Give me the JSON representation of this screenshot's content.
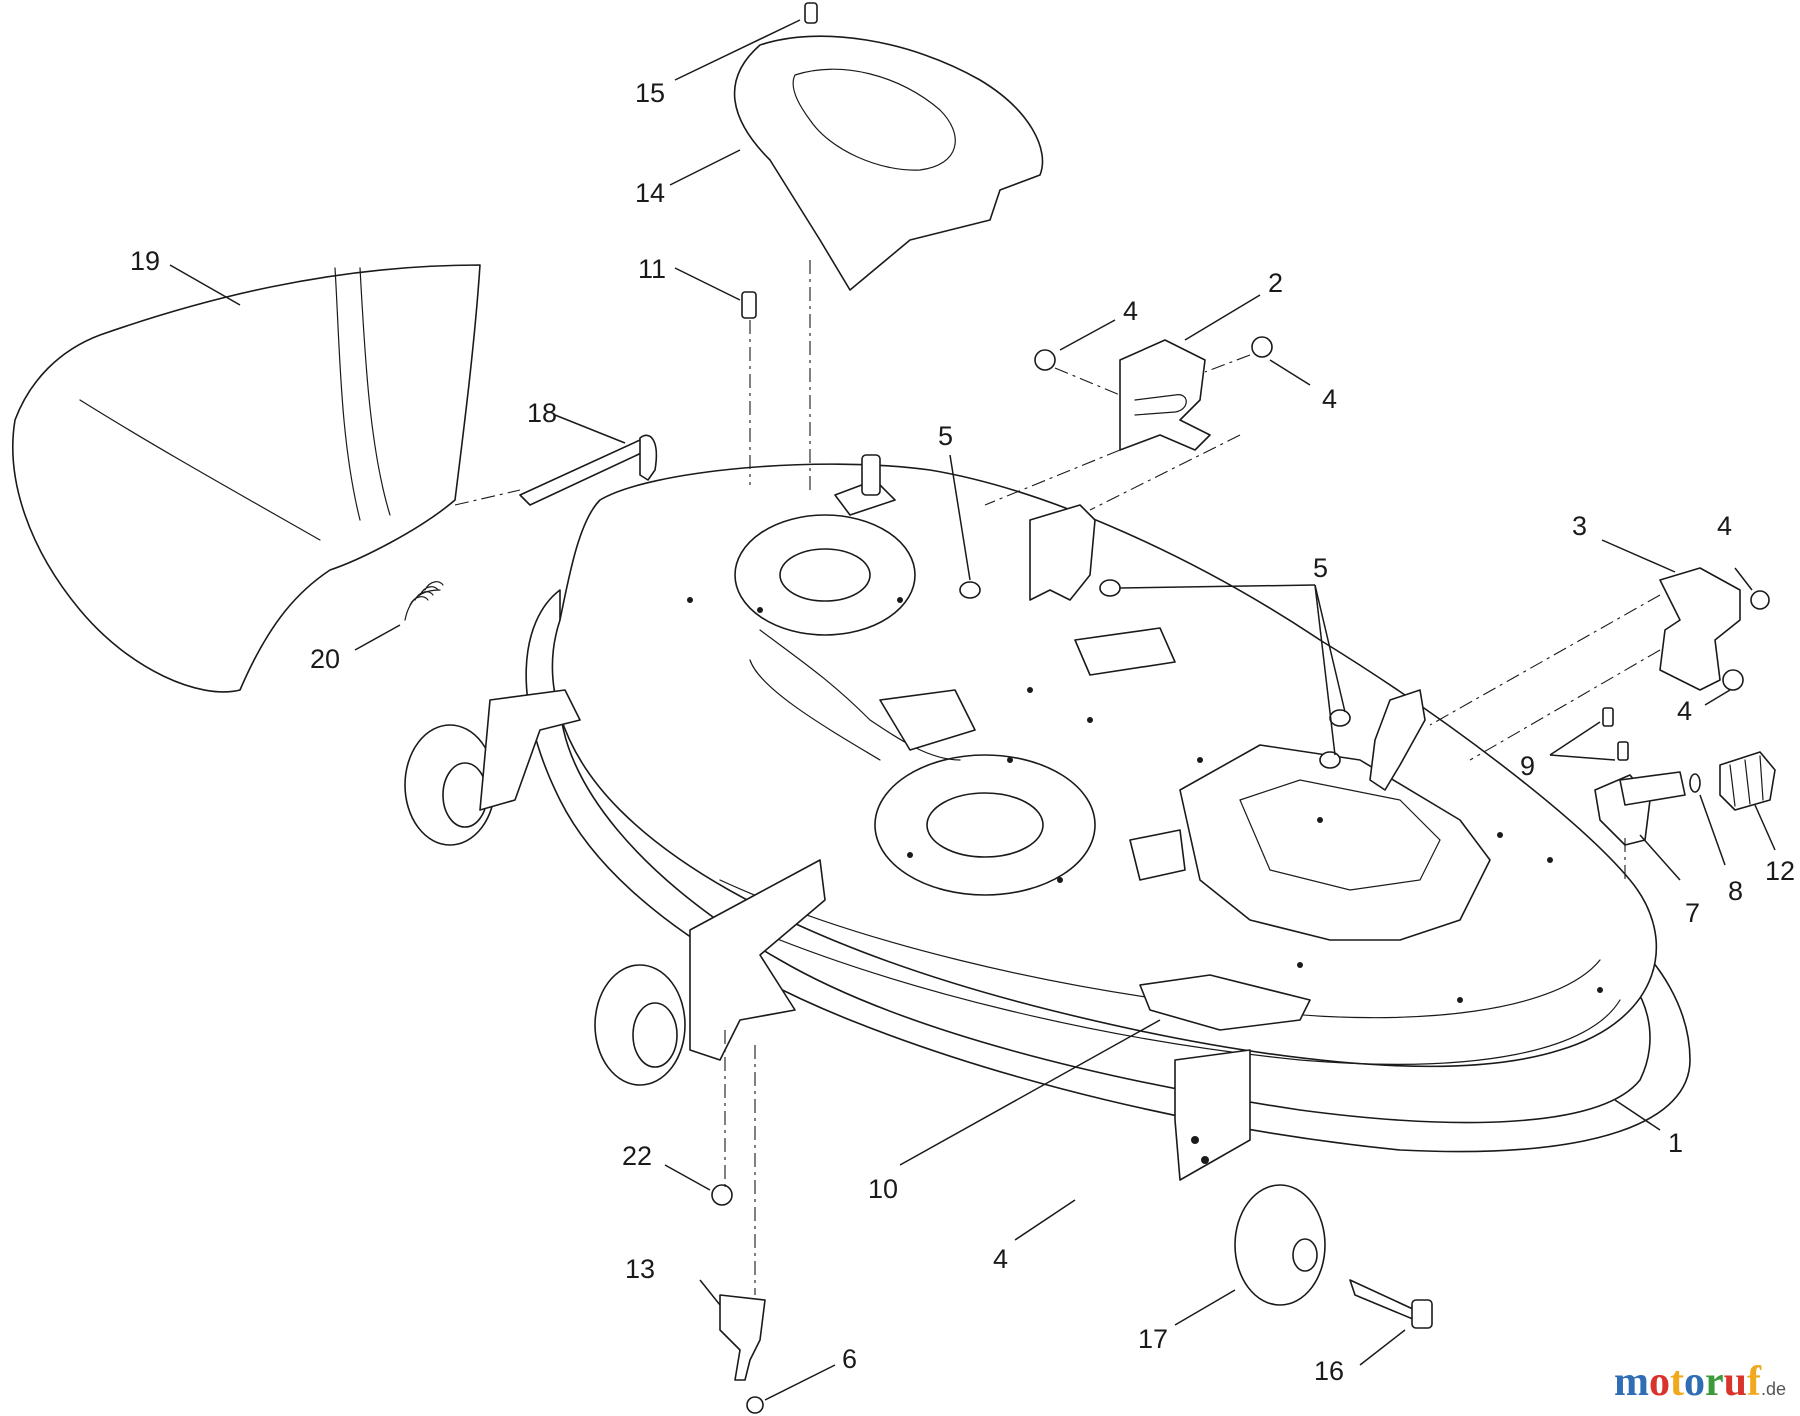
{
  "callouts": [
    {
      "label": "1"
    },
    {
      "label": "2"
    },
    {
      "label": "3"
    },
    {
      "label": "4"
    },
    {
      "label": "4"
    },
    {
      "label": "4"
    },
    {
      "label": "4"
    },
    {
      "label": "4"
    },
    {
      "label": "5"
    },
    {
      "label": "5"
    },
    {
      "label": "6"
    },
    {
      "label": "7"
    },
    {
      "label": "8"
    },
    {
      "label": "9"
    },
    {
      "label": "10"
    },
    {
      "label": "11"
    },
    {
      "label": "12"
    },
    {
      "label": "13"
    },
    {
      "label": "14"
    },
    {
      "label": "15"
    },
    {
      "label": "16"
    },
    {
      "label": "17"
    },
    {
      "label": "18"
    },
    {
      "label": "19"
    },
    {
      "label": "20"
    },
    {
      "label": "22"
    }
  ],
  "watermark": {
    "letters": [
      "m",
      "o",
      "t",
      "o",
      "r",
      "u",
      "f"
    ],
    "tld": ".de",
    "colors": [
      "#2f6db5",
      "#d9342b",
      "#f0a81c",
      "#2f6db5",
      "#3c9a3a",
      "#d9342b",
      "#f0a81c"
    ]
  }
}
